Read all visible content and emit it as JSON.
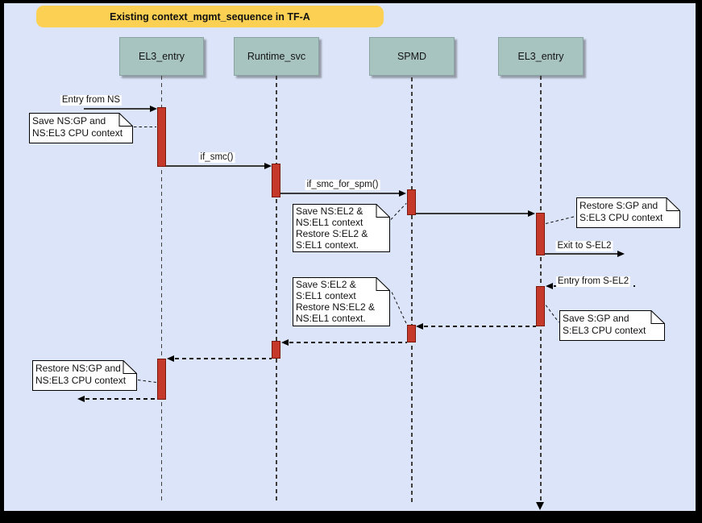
{
  "title": "Existing context_mgmt_sequence in TF-A",
  "actors": [
    {
      "label": "EL3_entry"
    },
    {
      "label": "Runtime_svc"
    },
    {
      "label": "SPMD"
    },
    {
      "label": "EL3_entry"
    }
  ],
  "messages": {
    "entry_from_ns": "Entry from NS",
    "if_smc": "if_smc()",
    "if_smc_for_spm": "if_smc_for_spm()",
    "exit_to_s_el2": "Exit to S-EL2",
    "entry_from_s_el2": "Entry from S-EL2"
  },
  "notes": {
    "n1": "Save NS:GP and\nNS:EL3 CPU context",
    "n2": "Save NS:EL2 &\nNS:EL1 context\nRestore S:EL2 &\nS:EL1 context.",
    "n3": "Restore S:GP and\nS:EL3 CPU context",
    "n4": "Save S:EL2 &\nS:EL1 context\nRestore NS:EL2 &\nNS:EL1 context.",
    "n5": "Save S:GP and\nS:EL3 CPU context",
    "n6": "Restore NS:GP and\nNS:EL3 CPU context"
  },
  "colors": {
    "canvas_background": "#dbe4f8",
    "frame": "#000000",
    "title_banner": "#fcd153",
    "actor_fill": "#a7c4c0",
    "activation_fill": "#c5392b",
    "activation_border": "#7a190d",
    "note_fill": "#ffffff"
  }
}
